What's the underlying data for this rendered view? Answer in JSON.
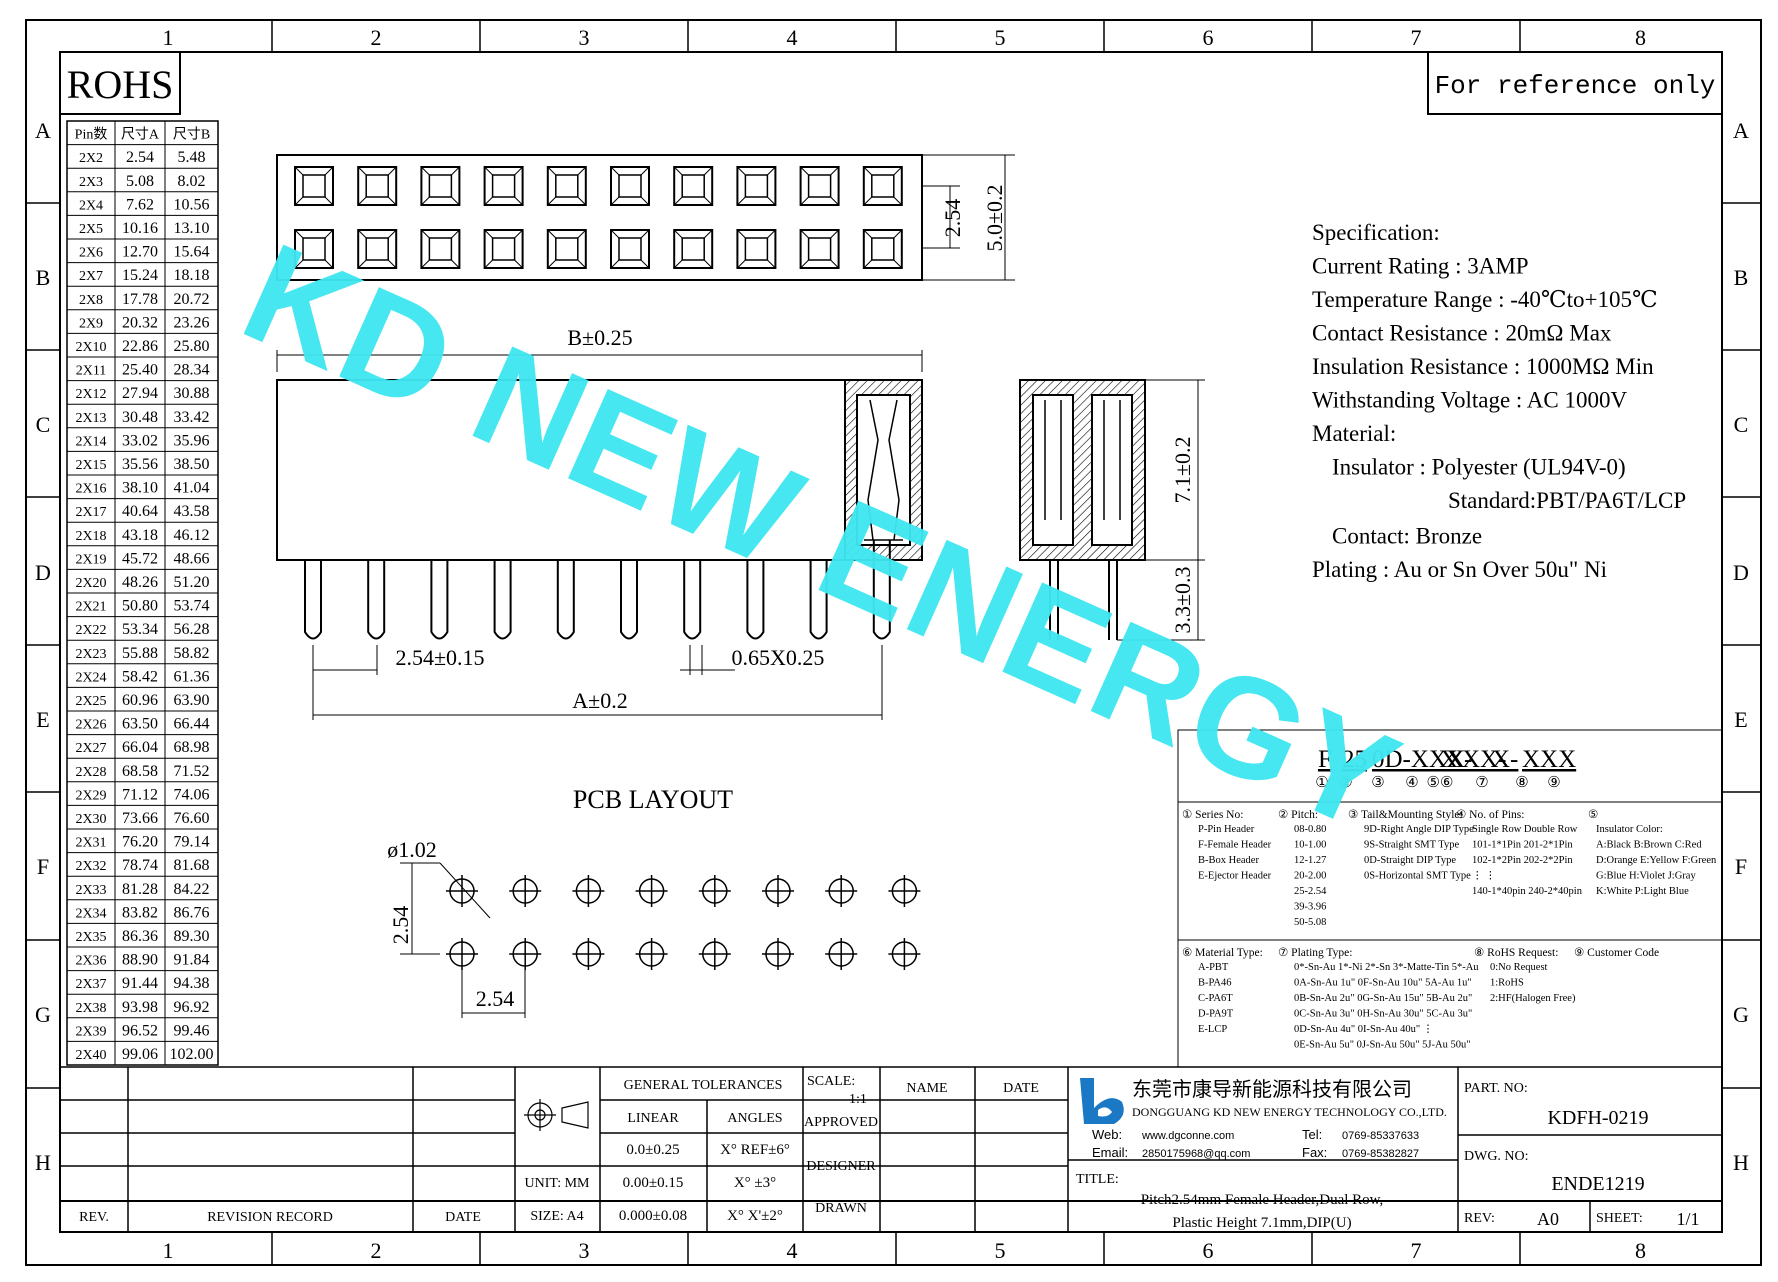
{
  "zones": {
    "cols": [
      "1",
      "2",
      "3",
      "4",
      "5",
      "6",
      "7",
      "8"
    ],
    "rows": [
      "A",
      "B",
      "C",
      "D",
      "E",
      "F",
      "G",
      "H"
    ]
  },
  "rohs": "ROHS",
  "reference": "For reference only",
  "watermark": "KD NEW ENERGY",
  "pin_table": {
    "headers": [
      "Pin数",
      "尺寸A",
      "尺寸B"
    ],
    "rows": [
      [
        "2X2",
        "2.54",
        "5.48"
      ],
      [
        "2X3",
        "5.08",
        "8.02"
      ],
      [
        "2X4",
        "7.62",
        "10.56"
      ],
      [
        "2X5",
        "10.16",
        "13.10"
      ],
      [
        "2X6",
        "12.70",
        "15.64"
      ],
      [
        "2X7",
        "15.24",
        "18.18"
      ],
      [
        "2X8",
        "17.78",
        "20.72"
      ],
      [
        "2X9",
        "20.32",
        "23.26"
      ],
      [
        "2X10",
        "22.86",
        "25.80"
      ],
      [
        "2X11",
        "25.40",
        "28.34"
      ],
      [
        "2X12",
        "27.94",
        "30.88"
      ],
      [
        "2X13",
        "30.48",
        "33.42"
      ],
      [
        "2X14",
        "33.02",
        "35.96"
      ],
      [
        "2X15",
        "35.56",
        "38.50"
      ],
      [
        "2X16",
        "38.10",
        "41.04"
      ],
      [
        "2X17",
        "40.64",
        "43.58"
      ],
      [
        "2X18",
        "43.18",
        "46.12"
      ],
      [
        "2X19",
        "45.72",
        "48.66"
      ],
      [
        "2X20",
        "48.26",
        "51.20"
      ],
      [
        "2X21",
        "50.80",
        "53.74"
      ],
      [
        "2X22",
        "53.34",
        "56.28"
      ],
      [
        "2X23",
        "55.88",
        "58.82"
      ],
      [
        "2X24",
        "58.42",
        "61.36"
      ],
      [
        "2X25",
        "60.96",
        "63.90"
      ],
      [
        "2X26",
        "63.50",
        "66.44"
      ],
      [
        "2X27",
        "66.04",
        "68.98"
      ],
      [
        "2X28",
        "68.58",
        "71.52"
      ],
      [
        "2X29",
        "71.12",
        "74.06"
      ],
      [
        "2X30",
        "73.66",
        "76.60"
      ],
      [
        "2X31",
        "76.20",
        "79.14"
      ],
      [
        "2X32",
        "78.74",
        "81.68"
      ],
      [
        "2X33",
        "81.28",
        "84.22"
      ],
      [
        "2X34",
        "83.82",
        "86.76"
      ],
      [
        "2X35",
        "86.36",
        "89.30"
      ],
      [
        "2X36",
        "88.90",
        "91.84"
      ],
      [
        "2X37",
        "91.44",
        "94.38"
      ],
      [
        "2X38",
        "93.98",
        "96.92"
      ],
      [
        "2X39",
        "96.52",
        "99.46"
      ],
      [
        "2X40",
        "99.06",
        "102.00"
      ]
    ]
  },
  "dims": {
    "pitch_top": "2.54",
    "height_top": "5.0±0.2",
    "b_dim": "B±0.25",
    "plastic_height": "7.1±0.2",
    "tail_length": "3.3±0.3",
    "pin_pitch": "2.54±0.15",
    "pin_size": "0.65X0.25",
    "a_dim": "A±0.2",
    "hole_dia": "ø1.02",
    "pcb_pitch_v": "2.54",
    "pcb_pitch_h": "2.54"
  },
  "pcb_layout_title": "PCB LAYOUT",
  "spec": {
    "lines": [
      "Specification:",
      "Current Rating : 3AMP",
      "Temperature Range : -40℃to+105℃",
      "Contact Resistance : 20mΩ Max",
      "Insulation Resistance : 1000MΩ Min",
      "Withstanding Voltage : AC 1000V",
      "Material:",
      "Insulator : Polyester (UL94V-0)",
      "Standard:PBT/PA6T/LCP",
      "Contact: Bronze",
      "Plating : Au or Sn Over 50u\" Ni"
    ]
  },
  "part_code": {
    "segments": [
      "F",
      "25",
      "0D-XXX",
      "X",
      "X-",
      "XX-",
      "X-",
      "XXX"
    ],
    "markers": [
      "①",
      "②",
      "③",
      "④",
      "⑤⑥",
      "⑦",
      "⑧",
      "⑨"
    ]
  },
  "legend": {
    "series": {
      "title": "① Series No:",
      "lines": [
        "P-Pin Header",
        "F-Female Header",
        "B-Box Header",
        "E-Ejector Header"
      ]
    },
    "pitch": {
      "title": "② Pitch:",
      "lines": [
        "08-0.80",
        "10-1.00",
        "12-1.27",
        "20-2.00",
        "25-2.54",
        "39-3.96",
        "50-5.08"
      ]
    },
    "tail": {
      "title": "③ Tail&Mounting Style:",
      "lines": [
        "9D-Right Angle DIP Type",
        "9S-Straight SMT Type",
        "0D-Straight DIP Type",
        "0S-Horizontal SMT Type"
      ]
    },
    "pins": {
      "title": "④ No. of Pins:",
      "lines": [
        "Single Row   Double Row",
        "101-1*1Pin   201-2*1Pin",
        "102-1*2Pin   202-2*2Pin",
        "  ⋮            ⋮",
        "140-1*40pin  240-2*40pin"
      ]
    },
    "color": {
      "title": "⑤",
      "lines": [
        "Insulator Color:",
        "A:Black  B:Brown  C:Red",
        "D:Orange E:Yellow F:Green",
        "G:Blue   H:Violet J:Gray",
        "K:White  P:Light Blue"
      ]
    },
    "material": {
      "title": "⑥ Material Type:",
      "lines": [
        "A-PBT",
        "B-PA46",
        "C-PA6T",
        "D-PA9T",
        "E-LCP"
      ]
    },
    "plating": {
      "title": "⑦ Plating Type:",
      "lines": [
        "0*-Sn-Au 1*-Ni 2*-Sn 3*-Matte-Tin 5*-Au",
        "0A-Sn-Au 1u\" 0F-Sn-Au 10u\"  5A-Au 1u\"",
        "0B-Sn-Au 2u\" 0G-Sn-Au 15u\"  5B-Au 2u\"",
        "0C-Sn-Au 3u\" 0H-Sn-Au 30u\"  5C-Au 3u\"",
        "0D-Sn-Au 4u\" 0I-Sn-Au 40u\"     ⋮",
        "0E-Sn-Au 5u\" 0J-Sn-Au 50u\"  5J-Au 50u\""
      ]
    },
    "rohs": {
      "title": "⑧ RoHS Request:",
      "lines": [
        "0:No Request",
        "1:RoHS",
        "2:HF(Halogen Free)"
      ]
    },
    "customer": {
      "title": "⑨ Customer Code",
      "lines": []
    }
  },
  "title_block": {
    "general_tolerances": "GENERAL TOLERANCES",
    "linear": "LINEAR",
    "angles": "ANGLES",
    "tol_rows": [
      [
        "0.0±0.25",
        "X° REF±6°"
      ],
      [
        "0.00±0.15",
        "X° ±3°"
      ],
      [
        "0.000±0.08",
        "X° X'±2°"
      ]
    ],
    "unit": "UNIT: MM",
    "size": "SIZE: A4",
    "scale_label": "SCALE:",
    "scale_value": "1:1",
    "name": "NAME",
    "date": "DATE",
    "approved": "APPROVED",
    "designer": "DESIGNER",
    "drawn": "DRAWN",
    "rev": "REV.",
    "revision_record": "REVISION RECORD",
    "rev_date": "DATE",
    "company_cn": "东莞市康导新能源科技有限公司",
    "company_en": "DONGGUANG KD NEW ENERGY TECHNOLOGY CO.,LTD.",
    "web_label": "Web:",
    "web": "www.dgconne.com",
    "email_label": "Email:",
    "email": "2850175968@qq.com",
    "tel_label": "Tel:",
    "tel": "0769-85337633",
    "fax_label": "Fax:",
    "fax": "0769-85382827",
    "title_label": "TITLE:",
    "title_line1": "Pitch2.54mm Female Header,Dual Row,",
    "title_line2": "Plastic Height 7.1mm,DIP(U)",
    "part_no_label": "PART. NO:",
    "part_no": "KDFH-0219",
    "dwg_no_label": "DWG. NO:",
    "dwg_no": "ENDE1219",
    "rev_label": "REV:",
    "rev_value": "A0",
    "sheet_label": "SHEET:",
    "sheet_value": "1/1"
  },
  "colors": {
    "watermark": "#3fe7f0",
    "logo": "#1b78c4"
  }
}
